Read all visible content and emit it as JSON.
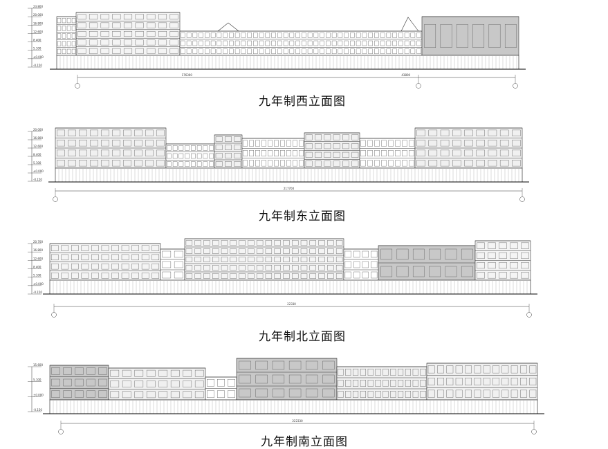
{
  "elevations": [
    {
      "title": "九年制西立面图",
      "dims": [
        "176300",
        "43800"
      ],
      "levels": [
        "23.800",
        "20.000",
        "16.800",
        "12.600",
        "8.400",
        "5.100",
        "±0.000",
        "-0.150"
      ]
    },
    {
      "title": "九年制东立面图",
      "dims": [
        "217700"
      ],
      "levels": [
        "20.000",
        "16.800",
        "12.600",
        "8.400",
        "5.100",
        "±0.000",
        "-0.150"
      ]
    },
    {
      "title": "九年制北立面图",
      "dims": [
        "22330"
      ],
      "levels": [
        "20.700",
        "16.800",
        "12.600",
        "8.400",
        "5.100",
        "±0.000",
        "-0.150"
      ]
    },
    {
      "title": "九年制南立面图",
      "dims": [
        "222330"
      ],
      "levels": [
        "15.600",
        "5.100",
        "±0.000",
        "-0.150"
      ]
    }
  ],
  "colors": {
    "line": "#333333",
    "hatch": "#c8c8c8",
    "ink": "#111111"
  }
}
